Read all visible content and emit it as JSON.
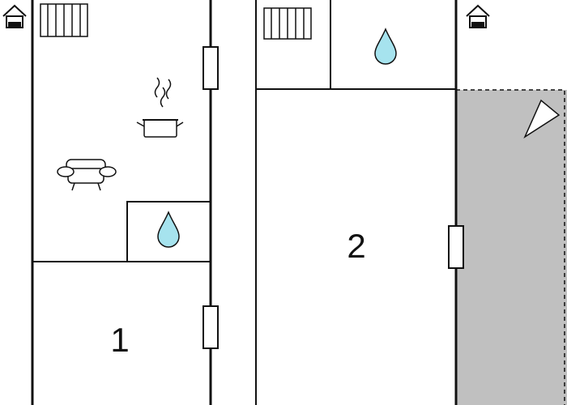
{
  "floorplan": {
    "rooms": [
      {
        "label": "1"
      },
      {
        "label": "2"
      }
    ],
    "colors": {
      "wall": "#111111",
      "water": "#a6e3ee",
      "terrace": "#c0c0c0",
      "background": "#ffffff"
    },
    "icons": [
      "entrance-icon",
      "radiator-icon",
      "stove-icon",
      "sofa-icon",
      "water-drop-icon",
      "window-symbol",
      "compass-icon"
    ]
  }
}
